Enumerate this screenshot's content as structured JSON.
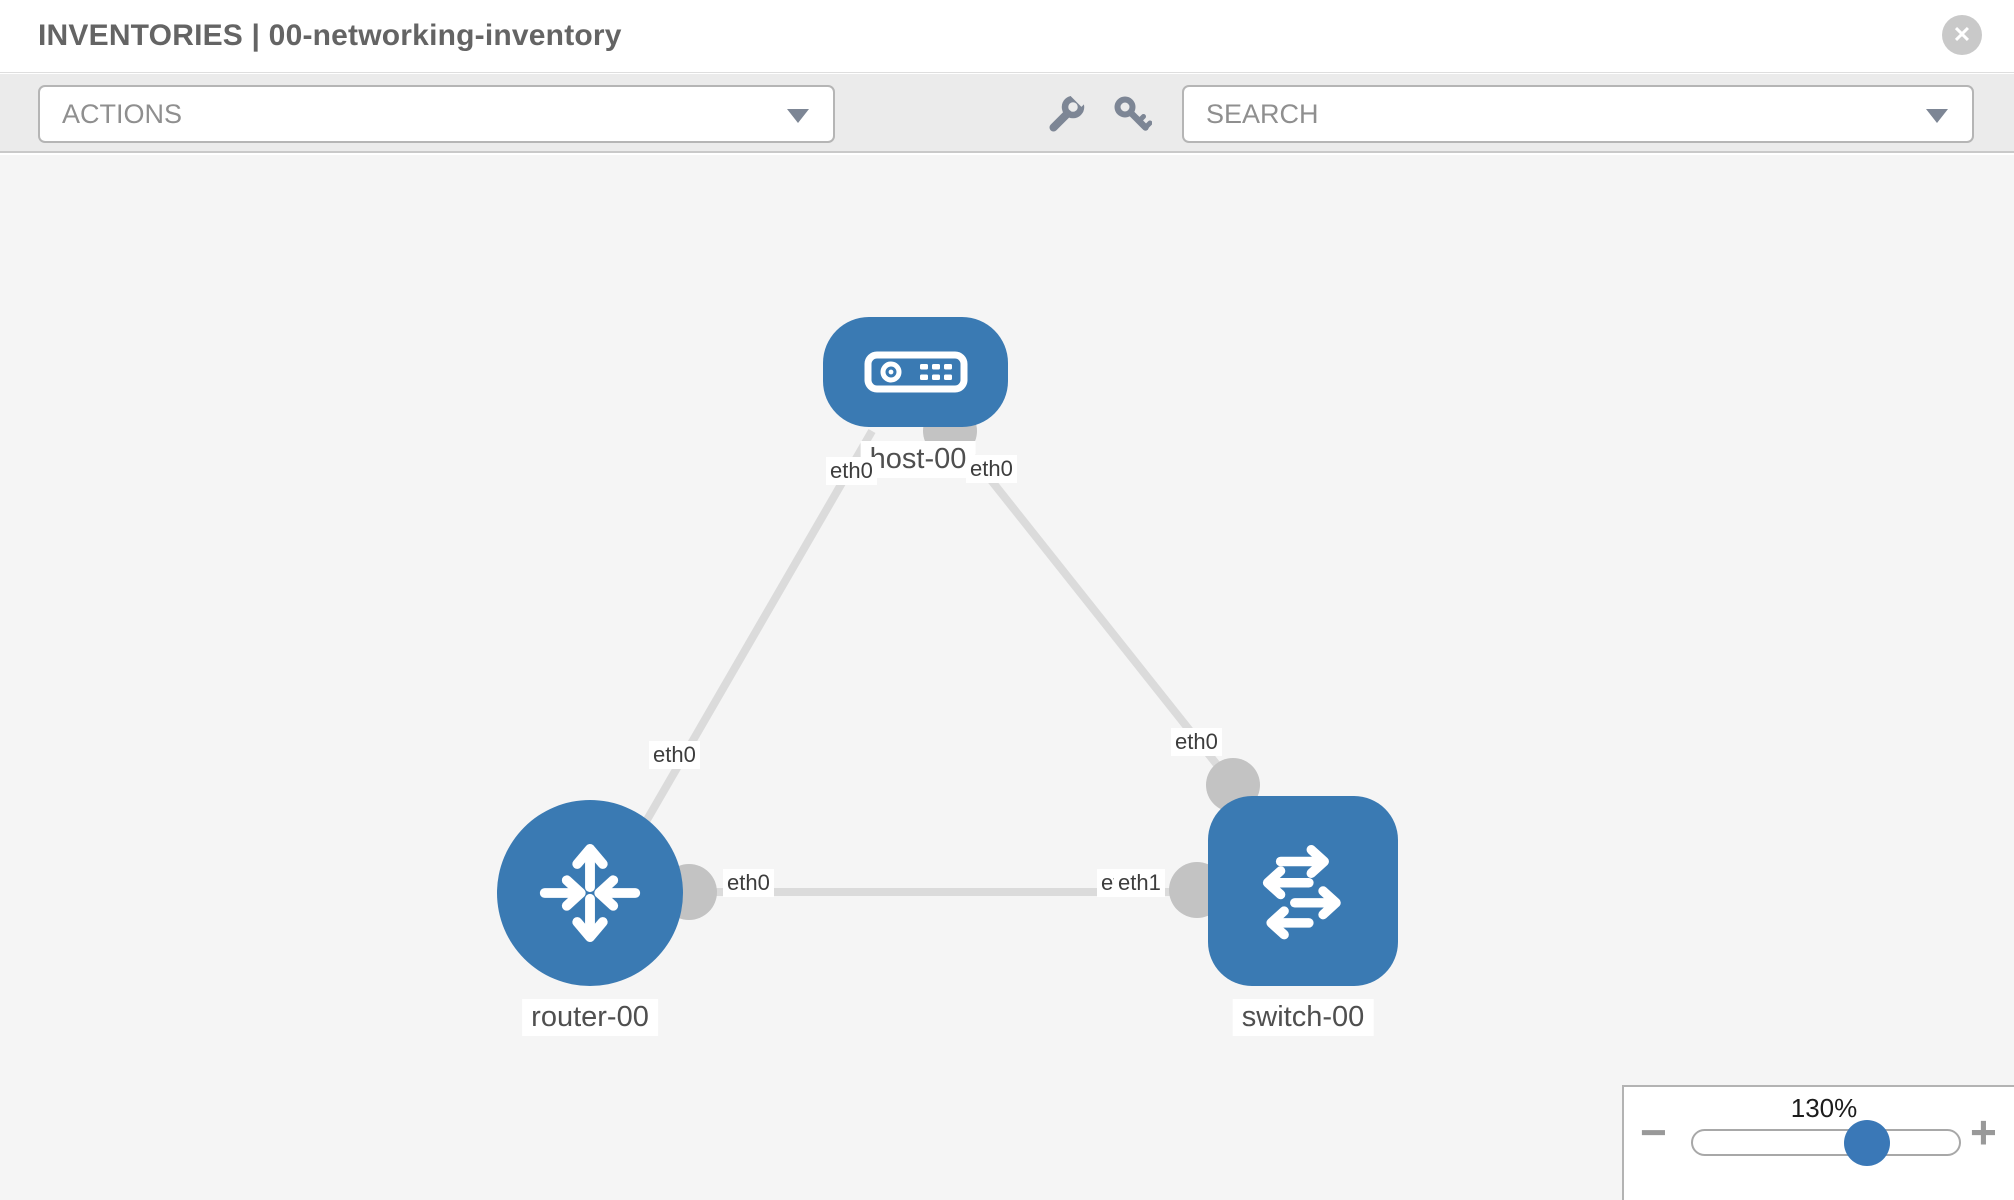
{
  "header": {
    "title": "INVENTORIES | 00-networking-inventory",
    "close_glyph": "✕"
  },
  "toolbar": {
    "actions_dropdown": {
      "value": "ACTIONS"
    },
    "search_dropdown": {
      "value": "SEARCH"
    },
    "tools": [
      {
        "icon": "wrench-icon"
      },
      {
        "icon": "key-icon"
      }
    ]
  },
  "topology": {
    "nodes": [
      {
        "label": "host-00",
        "type": "host",
        "icon": "host-icon"
      },
      {
        "label": "router-00",
        "type": "router",
        "icon": "router-icon"
      },
      {
        "label": "switch-00",
        "type": "switch",
        "icon": "switch-icon"
      }
    ],
    "links": [
      {
        "from": "host-00",
        "from_interface": "eth0",
        "to": "router-00",
        "to_interface": "eth0"
      },
      {
        "from": "host-00",
        "from_interface": "eth0",
        "to": "switch-00",
        "to_interface": "eth0"
      },
      {
        "from": "router-00",
        "from_interface": "eth0",
        "to": "switch-00",
        "to_interface": "eth1"
      }
    ],
    "if_labels": {
      "host_left": "eth0",
      "host_right": "eth0",
      "link_host_router_mid": "eth0",
      "link_host_switch_mid": "eth0",
      "router_port": "eth0",
      "switch_port_back": "eth0",
      "switch_port_front": "eth1"
    },
    "colors": {
      "node_blue": "#3a7ab3",
      "port_gray": "#c3c3c3",
      "link_gray": "#dbdbdb",
      "canvas_bg": "#f5f5f5"
    }
  },
  "zoom_control": {
    "level": "130%",
    "percent": 130,
    "minus_glyph": "−",
    "plus_glyph": "+"
  }
}
